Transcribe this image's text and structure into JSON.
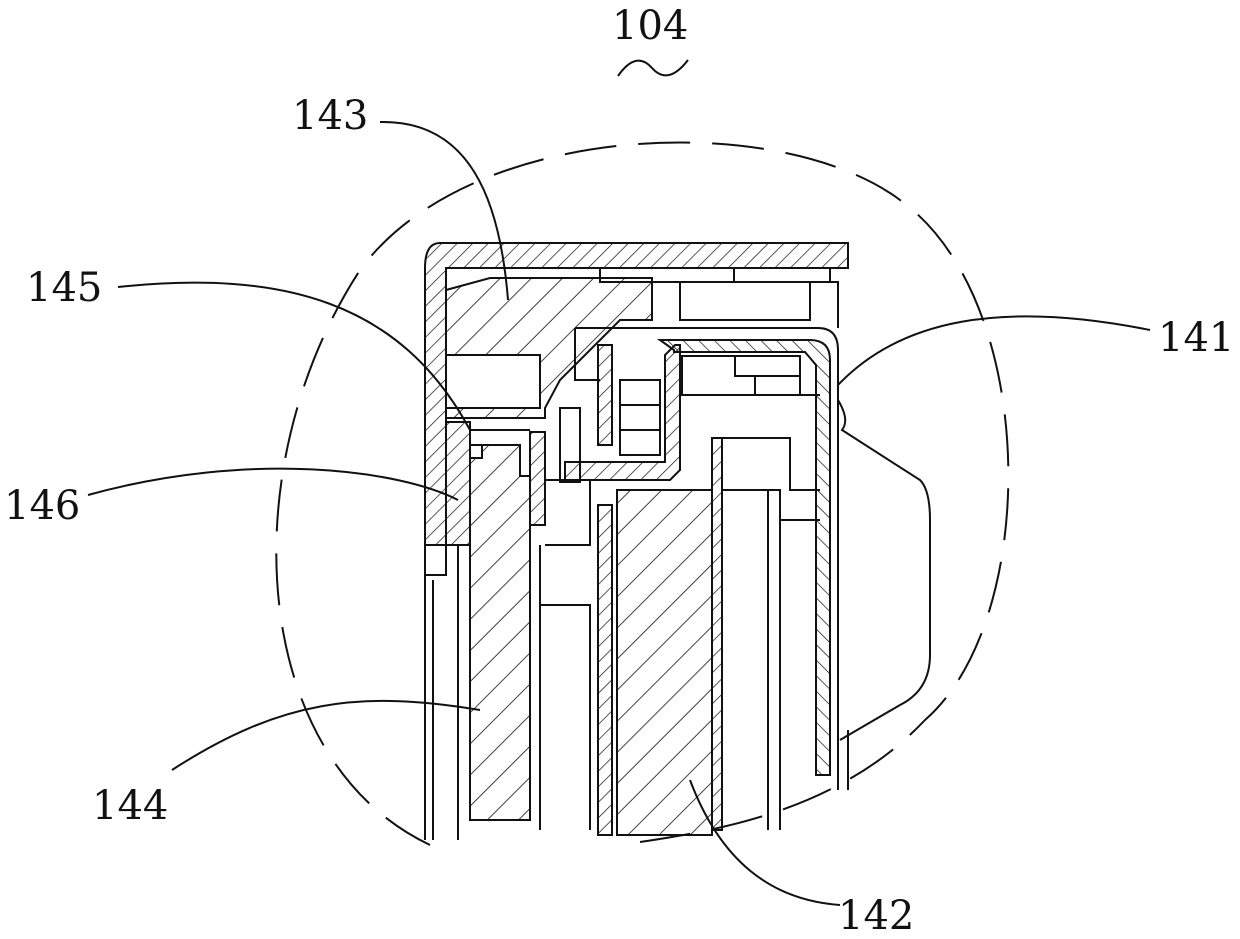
{
  "figure": {
    "reference_numeral": "104",
    "labels": {
      "l141": "141",
      "l142": "142",
      "l143": "143",
      "l144": "144",
      "l145": "145",
      "l146": "146"
    },
    "colors": {
      "line": "#111111",
      "background": "#ffffff"
    }
  }
}
